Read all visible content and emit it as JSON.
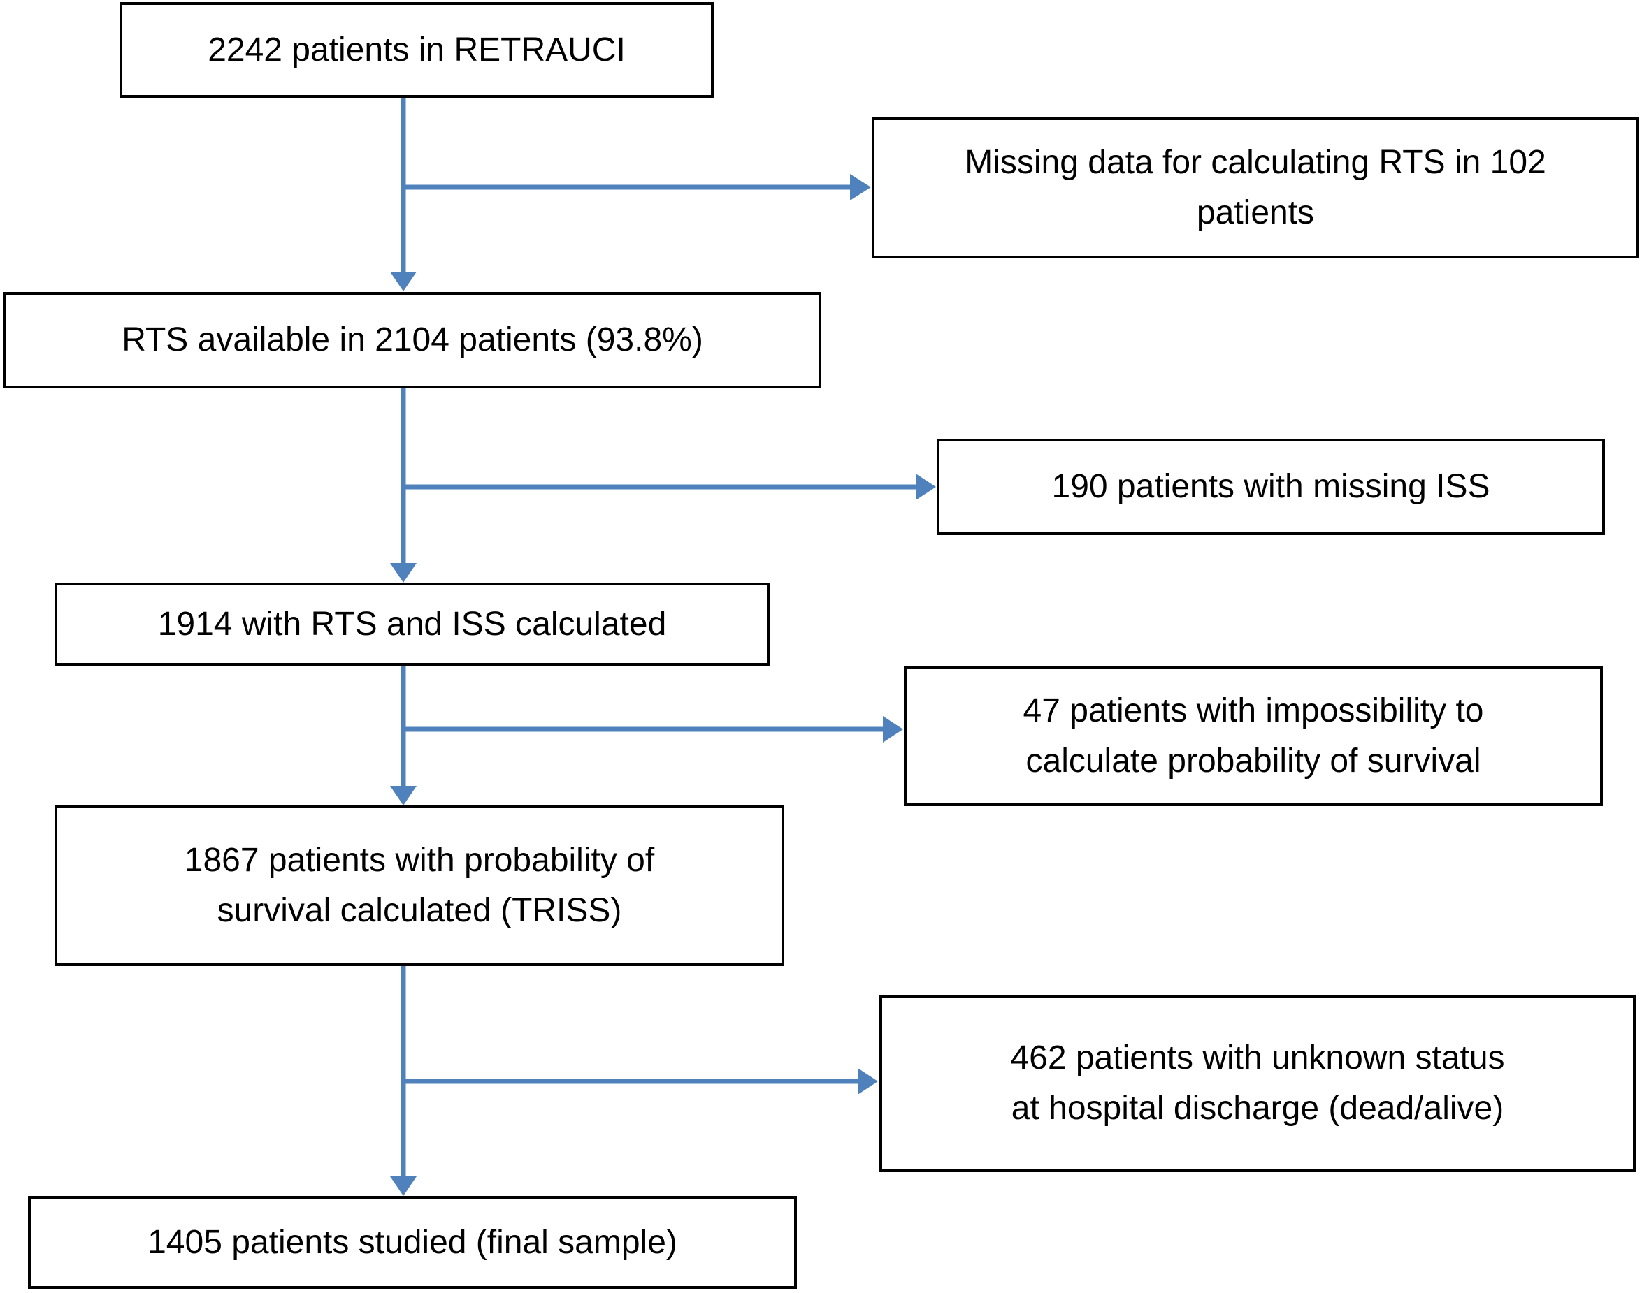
{
  "diagram": {
    "type": "flowchart",
    "description": "Patient inclusion flow diagram",
    "arrow_color": "#4F81BD",
    "border_color": "#000000",
    "background_color": "#FFFFFF",
    "main_flow": [
      {
        "label": "2242 patients in RETRAUCI"
      },
      {
        "label": "RTS available in 2104 patients (93.8%)"
      },
      {
        "label": "1914 with RTS and ISS calculated"
      },
      {
        "label": "1867 patients with probability of\nsurvival calculated (TRISS)"
      },
      {
        "label": "1405 patients studied (final sample)"
      }
    ],
    "exclusions": [
      {
        "label": "Missing data for calculating RTS in 102\npatients"
      },
      {
        "label": "190 patients with missing ISS"
      },
      {
        "label": "47 patients with impossibility to\ncalculate probability of survival"
      },
      {
        "label": "462 patients with unknown status\nat hospital discharge (dead/alive)"
      }
    ]
  }
}
